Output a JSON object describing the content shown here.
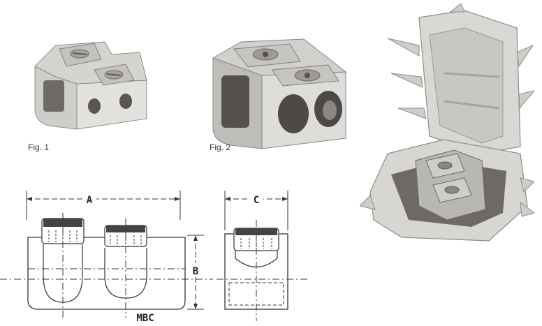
{
  "figures": {
    "fig1": {
      "caption": "Fig. 1"
    },
    "fig2": {
      "caption": "Fig. 2"
    }
  },
  "drawing": {
    "dim_a": "A",
    "dim_b": "B",
    "dim_c": "C",
    "mark": "MBC"
  },
  "colors": {
    "metal_light": "#d9d7d3",
    "metal_mid": "#b8b5b0",
    "metal_dark": "#7f7c77",
    "hole": "#3a3836",
    "housing": "#dcdad6",
    "line": "#333333"
  }
}
